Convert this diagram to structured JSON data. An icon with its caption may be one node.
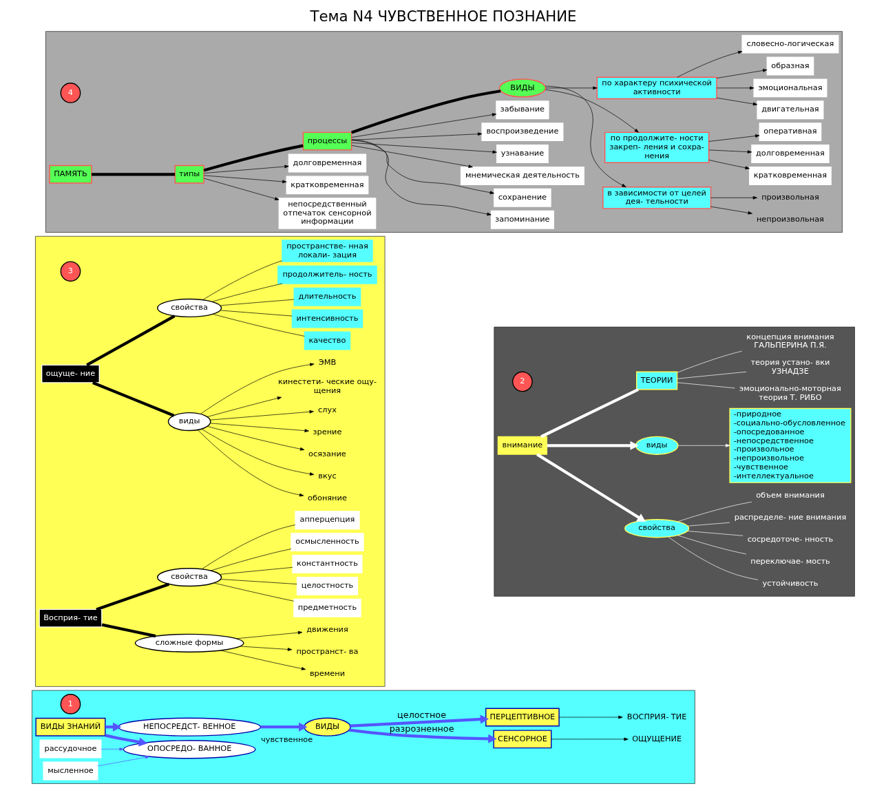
{
  "diagram": {
    "title": "Тема N4 ЧУВСТВЕННОЕ ПОЗНАНИЕ",
    "nodes": [
      {
        "text": [],
        "shape": "box"
      },
      {
        "text": [
          "1"
        ],
        "in": 0
      },
      {
        "text": [
          "ВИДЫ ЗНАНИЙ"
        ],
        "in": 0
      },
      {
        "text": [
          "НЕПОСРЕДСТ- ВЕННОЕ"
        ],
        "beside": [
          "чувственное"
        ],
        "in": 0
      },
      {
        "text": [
          "ОПОСРЕДО- ВАННОЕ"
        ],
        "in": 0
      },
      {
        "text": [
          "рассудочное"
        ],
        "in": 0
      },
      {
        "text": [
          "мысленное"
        ],
        "in": 0
      },
      {
        "text": [
          "ВИДЫ"
        ],
        "in": 0
      },
      {
        "text": [
          "СЕНСОРНОЕ"
        ],
        "in": 0
      },
      {
        "text": [
          "ПЕРЦЕПТИВНОЕ"
        ],
        "in": 0
      },
      {
        "text": [
          "ОЩУЩЕНИЕ"
        ],
        "in": 0
      },
      {
        "text": [
          "ВОСПРИЯ- ТИЕ"
        ],
        "in": 0
      },
      {
        "text": [],
        "shape": "box"
      },
      {
        "text": [
          "2"
        ],
        "in": 12
      },
      {
        "text": [
          "внимание"
        ],
        "in": 12
      },
      {
        "text": [
          "свойства"
        ],
        "in": 12
      },
      {
        "text": [
          "виды"
        ],
        "in": 12
      },
      {
        "text": [
          "устойчивость"
        ],
        "in": 12
      },
      {
        "text": [
          "переключае- мость"
        ],
        "in": 12
      },
      {
        "text": [
          "сосредоточе- нность"
        ],
        "in": 12
      },
      {
        "text": [
          "распределе- ние внимания"
        ],
        "in": 12
      },
      {
        "text": [
          "объем внимания"
        ],
        "in": 12
      },
      {
        "text": [
          "-природное",
          "-социально-обусловленное",
          "-опосредованное",
          "-непосредственное",
          "-произвольное",
          "-непроизвольное",
          "-чувственное",
          "-интеллектуальное"
        ],
        "in": 12
      },
      {
        "text": [
          "ТЕОРИИ"
        ],
        "in": 12
      },
      {
        "text": [
          "эмоционально-моторная теория Т. РИБО"
        ],
        "in": 12
      },
      {
        "text": [
          "теория устано- вки УЗНАДЗЕ"
        ],
        "in": 12
      },
      {
        "text": [
          "концепция внимания ГАЛЬПЕРИНА П.Я."
        ],
        "in": 12
      },
      {
        "text": [],
        "shape": "box"
      },
      {
        "text": [
          "3"
        ],
        "in": 27
      },
      {
        "text": [
          "ощуще- ние"
        ],
        "in": 27
      },
      {
        "text": [
          "Восприя- тие"
        ],
        "in": 27
      },
      {
        "text": [
          "виды"
        ],
        "in": 27
      },
      {
        "text": [
          "обоняние"
        ],
        "in": 27
      },
      {
        "text": [
          "вкус"
        ],
        "in": 27
      },
      {
        "text": [
          "осязание"
        ],
        "in": 27
      },
      {
        "text": [
          "зрение"
        ],
        "in": 27
      },
      {
        "text": [
          "слух"
        ],
        "in": 27
      },
      {
        "text": [
          "кинестети- ческие ощу- щения"
        ],
        "in": 27
      },
      {
        "text": [
          "ЭМВ"
        ],
        "in": 27
      },
      {
        "text": [
          "свойства"
        ],
        "in": 27
      },
      {
        "text": [
          "качество"
        ],
        "in": 27
      },
      {
        "text": [
          "интенсивность"
        ],
        "in": 27
      },
      {
        "text": [
          "длительность"
        ],
        "in": 27
      },
      {
        "text": [
          "продолжитель- ность"
        ],
        "in": 27
      },
      {
        "text": [
          "пространстве- нная локали- зация"
        ],
        "in": 27
      },
      {
        "text": [
          "сложные формы"
        ],
        "in": 27
      },
      {
        "text": [
          "времени"
        ],
        "in": 27
      },
      {
        "text": [
          "пространст- ва"
        ],
        "in": 27
      },
      {
        "text": [
          "движения"
        ],
        "in": 27
      },
      {
        "text": [
          "свойства"
        ],
        "in": 27
      },
      {
        "text": [
          "предметность"
        ],
        "in": 27
      },
      {
        "text": [
          "целостность"
        ],
        "in": 27
      },
      {
        "text": [
          "константность"
        ],
        "in": 27
      },
      {
        "text": [
          "осмысленность"
        ],
        "in": 27
      },
      {
        "text": [
          "апперцепция"
        ],
        "in": 27
      },
      {
        "text": [],
        "shape": "box"
      },
      {
        "text": [
          "4"
        ],
        "in": 55
      },
      {
        "text": [
          "ПАМЯТЬ"
        ],
        "in": 55
      },
      {
        "text": [
          "типы"
        ],
        "in": 55
      },
      {
        "text": [
          "непосредственный отпечаток сенсорной информации"
        ],
        "in": 55
      },
      {
        "text": [
          "кратковременная"
        ],
        "in": 55
      },
      {
        "text": [
          "долговременная"
        ],
        "in": 55
      },
      {
        "text": [
          "процессы"
        ],
        "in": 55
      },
      {
        "text": [
          "запоминание"
        ],
        "in": 55
      },
      {
        "text": [
          "сохранение"
        ],
        "in": 55
      },
      {
        "text": [
          "мнемическая деятельность"
        ],
        "in": 55
      },
      {
        "text": [
          "узнавание"
        ],
        "in": 55
      },
      {
        "text": [
          "воспроизведение"
        ],
        "in": 55
      },
      {
        "text": [
          "забывание"
        ],
        "in": 55
      },
      {
        "text": [
          "ВИДЫ"
        ],
        "in": 55
      },
      {
        "text": [
          "в зависимости от целей дея- тельности"
        ],
        "in": 55
      },
      {
        "text": [
          "непроизвольная"
        ],
        "in": 55
      },
      {
        "text": [
          "произвольная"
        ],
        "in": 55
      },
      {
        "text": [
          "по продолжите- ности закреп- ления и сохра- нения"
        ],
        "in": 55
      },
      {
        "text": [
          "кратковременная"
        ],
        "in": 55
      },
      {
        "text": [
          "долговременная"
        ],
        "in": 55
      },
      {
        "text": [
          "оперативная"
        ],
        "in": 55
      },
      {
        "text": [
          "по характеру психической активности"
        ],
        "in": 55
      },
      {
        "text": [
          "двигательная"
        ],
        "in": 55
      },
      {
        "text": [
          "эмоциональная"
        ],
        "in": 55
      },
      {
        "text": [
          "образная"
        ],
        "in": 55
      },
      {
        "text": [
          "словесно-логическая"
        ],
        "in": 55
      }
    ],
    "edges": [
      {
        "from": 2,
        "to": 3,
        "arrow": "to",
        "color": "#5555ff",
        "style": "thick"
      },
      {
        "from": 2,
        "to": 4,
        "arrow": "to",
        "color": "#5555ff",
        "style": "thick"
      },
      {
        "from": 5,
        "to": 4,
        "arrow": "to",
        "color": "#5555ff"
      },
      {
        "from": 6,
        "to": 4,
        "arrow": "to",
        "color": "#5555ff"
      },
      {
        "from": 3,
        "to": 7,
        "arrow": "to",
        "color": "#5555ff",
        "style": "thick"
      },
      {
        "from": 7,
        "to": 8,
        "arrow": "to",
        "label": "разрозненное",
        "color": "#5555ff",
        "style": "thick"
      },
      {
        "from": 7,
        "to": 9,
        "arrow": "to",
        "label": "целостное",
        "color": "#5555ff",
        "style": "thick"
      },
      {
        "from": 8,
        "to": 10,
        "arrow": "to"
      },
      {
        "from": 9,
        "to": 11,
        "arrow": "to"
      },
      {
        "from": 14,
        "to": 15,
        "arrow": "to",
        "color": "#ffffff",
        "style": "thick"
      },
      {
        "from": 14,
        "to": 16,
        "arrow": "to",
        "color": "#ffffff",
        "style": "thick"
      },
      {
        "from": 14,
        "to": 23,
        "arrow": "none",
        "color": "#ffffff",
        "style": "thick"
      },
      {
        "from": 15,
        "to": 17,
        "arrow": "none",
        "color": "#ffffff"
      },
      {
        "from": 15,
        "to": 18,
        "arrow": "none",
        "color": "#ffffff"
      },
      {
        "from": 15,
        "to": 19,
        "arrow": "none",
        "color": "#ffffff"
      },
      {
        "from": 15,
        "to": 20,
        "arrow": "none",
        "color": "#ffffff"
      },
      {
        "from": 15,
        "to": 21,
        "arrow": "none",
        "color": "#ffffff"
      },
      {
        "from": 16,
        "to": 22,
        "arrow": "to",
        "color": "#ffffff"
      },
      {
        "from": 23,
        "to": 24,
        "arrow": "none",
        "color": "#ffffff"
      },
      {
        "from": 23,
        "to": 25,
        "arrow": "none",
        "color": "#ffffff"
      },
      {
        "from": 23,
        "to": 26,
        "arrow": "none",
        "color": "#ffffff"
      },
      {
        "from": 29,
        "to": 31,
        "arrow": "none",
        "style": "thick"
      },
      {
        "from": 29,
        "to": 39,
        "arrow": "none",
        "style": "thick"
      },
      {
        "from": 31,
        "to": 32,
        "arrow": "to"
      },
      {
        "from": 31,
        "to": 33,
        "arrow": "to"
      },
      {
        "from": 31,
        "to": 34,
        "arrow": "to"
      },
      {
        "from": 31,
        "to": 35,
        "arrow": "to"
      },
      {
        "from": 31,
        "to": 36,
        "arrow": "to"
      },
      {
        "from": 31,
        "to": 37,
        "arrow": "to"
      },
      {
        "from": 31,
        "to": 38,
        "arrow": "to"
      },
      {
        "from": 39,
        "to": 40,
        "arrow": "none"
      },
      {
        "from": 39,
        "to": 41,
        "arrow": "none"
      },
      {
        "from": 39,
        "to": 42,
        "arrow": "none"
      },
      {
        "from": 39,
        "to": 43,
        "arrow": "none"
      },
      {
        "from": 39,
        "to": 44,
        "arrow": "none"
      },
      {
        "from": 30,
        "to": 45,
        "arrow": "none",
        "style": "thick"
      },
      {
        "from": 30,
        "to": 49,
        "arrow": "none",
        "style": "thick"
      },
      {
        "from": 45,
        "to": 46,
        "arrow": "to"
      },
      {
        "from": 45,
        "to": 47,
        "arrow": "to"
      },
      {
        "from": 45,
        "to": 48,
        "arrow": "to"
      },
      {
        "from": 49,
        "to": 50,
        "arrow": "none"
      },
      {
        "from": 49,
        "to": 51,
        "arrow": "none"
      },
      {
        "from": 49,
        "to": 52,
        "arrow": "none"
      },
      {
        "from": 49,
        "to": 53,
        "arrow": "none"
      },
      {
        "from": 49,
        "to": 54,
        "arrow": "none"
      },
      {
        "from": 57,
        "to": 58,
        "arrow": "none",
        "style": "thick"
      },
      {
        "from": 58,
        "to": 62,
        "arrow": "none",
        "style": "thick"
      },
      {
        "from": 62,
        "to": 69,
        "arrow": "none",
        "style": "thick"
      },
      {
        "from": 58,
        "to": 59,
        "arrow": "to"
      },
      {
        "from": 58,
        "to": 60,
        "arrow": "to"
      },
      {
        "from": 58,
        "to": 61,
        "arrow": "to"
      },
      {
        "from": 62,
        "to": 63,
        "arrow": "to"
      },
      {
        "from": 62,
        "to": 64,
        "arrow": "to"
      },
      {
        "from": 62,
        "to": 65,
        "arrow": "to"
      },
      {
        "from": 62,
        "to": 66,
        "arrow": "to"
      },
      {
        "from": 62,
        "to": 67,
        "arrow": "to"
      },
      {
        "from": 62,
        "to": 68,
        "arrow": "to"
      },
      {
        "from": 69,
        "to": 70,
        "arrow": "to"
      },
      {
        "from": 69,
        "to": 73,
        "arrow": "to"
      },
      {
        "from": 69,
        "to": 77,
        "arrow": "to"
      },
      {
        "from": 70,
        "to": 71,
        "arrow": "to"
      },
      {
        "from": 70,
        "to": 72,
        "arrow": "to"
      },
      {
        "from": 73,
        "to": 74,
        "arrow": "to"
      },
      {
        "from": 73,
        "to": 75,
        "arrow": "to"
      },
      {
        "from": 73,
        "to": 76,
        "arrow": "to"
      },
      {
        "from": 77,
        "to": 78,
        "arrow": "to"
      },
      {
        "from": 77,
        "to": 79,
        "arrow": "to"
      },
      {
        "from": 77,
        "to": 80,
        "arrow": "to"
      },
      {
        "from": 77,
        "to": 81,
        "arrow": "to"
      }
    ]
  }
}
